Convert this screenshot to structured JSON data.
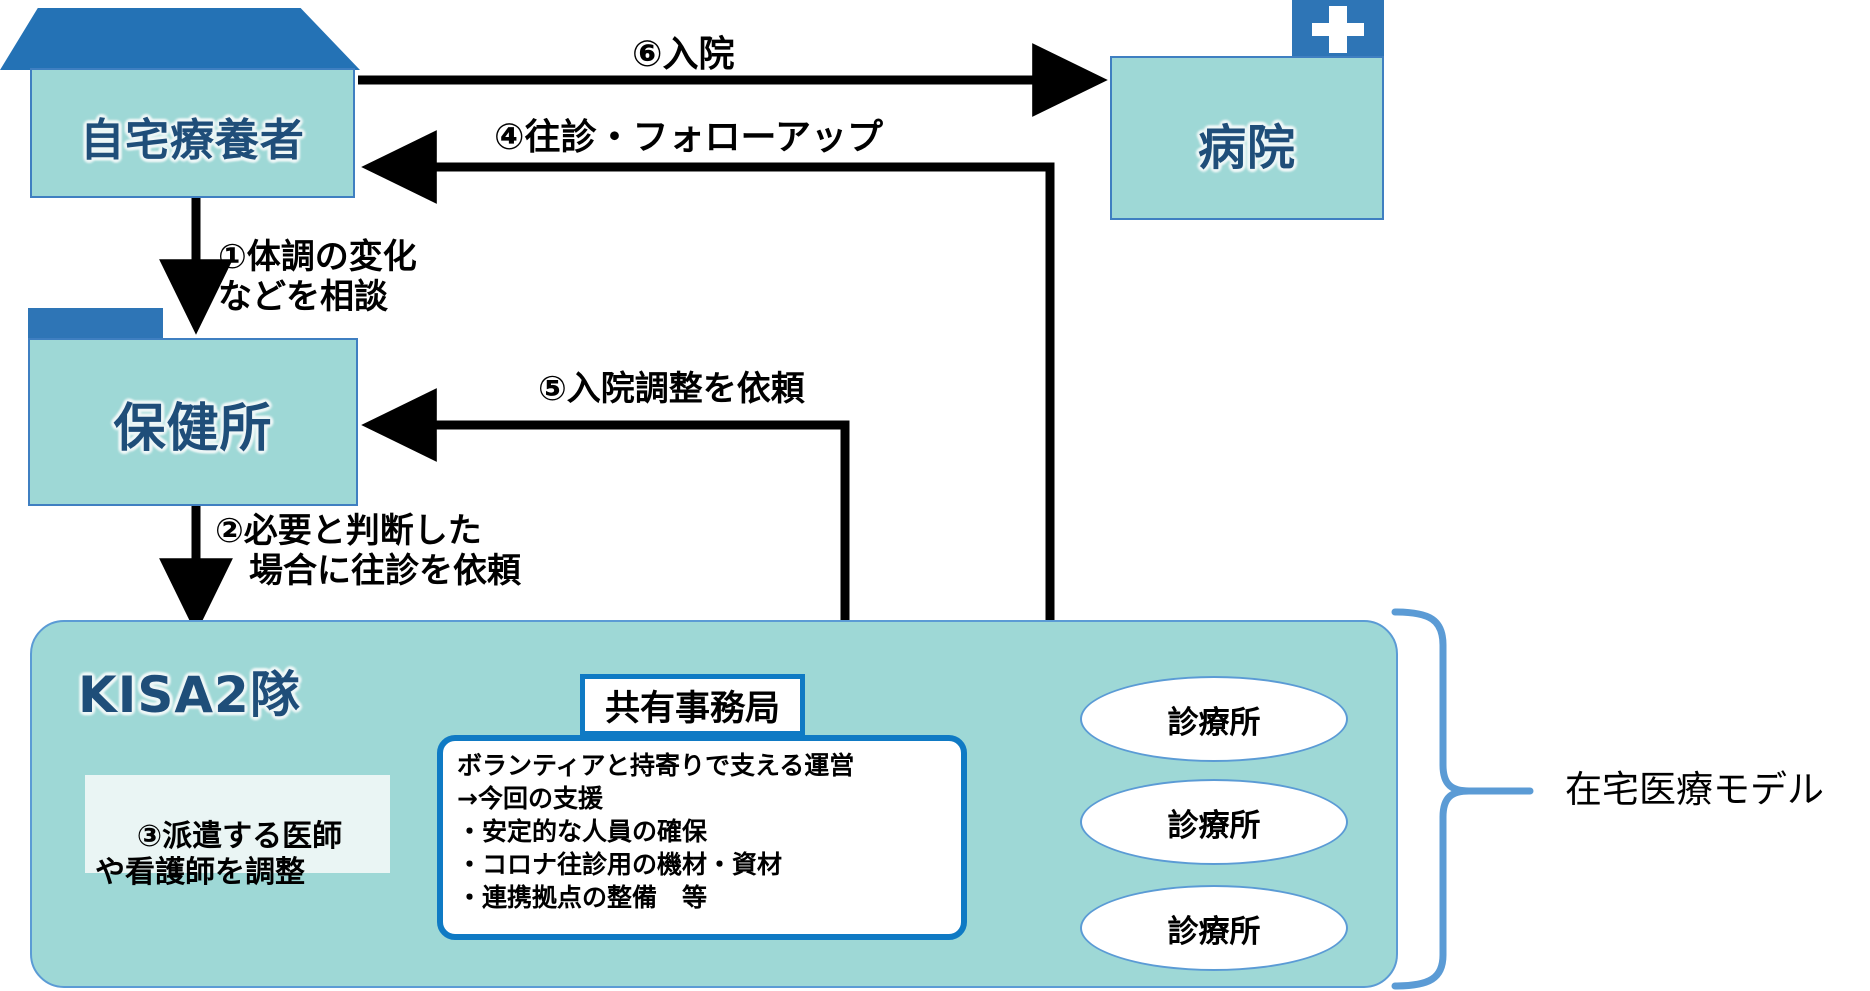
{
  "diagram": {
    "title_right": "在宅医療モデル",
    "nodes": {
      "home_patient": "自宅療養者",
      "hospital": "病院",
      "health_center": "保健所",
      "kisa2": "KISA2隊"
    },
    "flow_labels": {
      "step1": "①体調の変化\nなどを相談",
      "step2": "②必要と判断した\n　場合に往診を依頼",
      "step3": "③派遣する医師\nや看護師を調整",
      "step4": "④往診・フォローアップ",
      "step5": "⑤入院調整を依頼",
      "step6": "⑥入院"
    },
    "secretariat": {
      "title": "共有事務局",
      "lines": "ボランティアと持寄りで支える運営\n→今回の支援\n・安定的な人員の確保\n・コロナ往診用の機材・資材\n・連携拠点の整備　等"
    },
    "clinics": [
      {
        "label": "診療所"
      },
      {
        "label": "診療所"
      },
      {
        "label": "診療所"
      }
    ],
    "icons": {
      "hospital_cross": "plus-cross-icon"
    },
    "colors": {
      "teal_fill": "#9ed8d6",
      "roof_blue": "#2472b5",
      "tab_blue": "#2e75b6",
      "node_text": "#1f4e79",
      "border_blue": "#5b9bd5",
      "arrow_blue": "#1d75bd",
      "arrow_black": "#000000",
      "secretariat_border": "#0f7ac4",
      "pale_box": "#eaf5f4"
    }
  }
}
